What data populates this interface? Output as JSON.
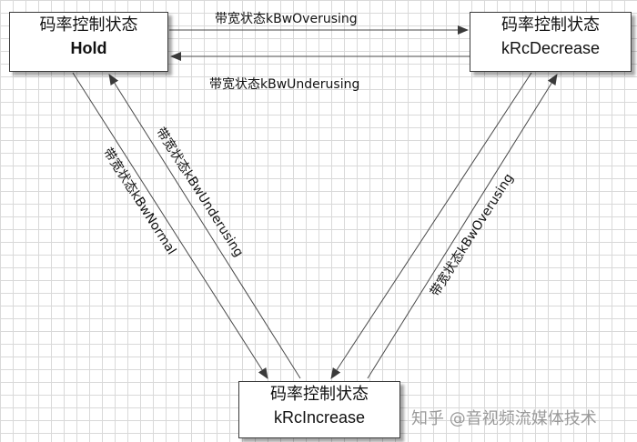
{
  "states": {
    "hold": {
      "caption": "码率控制状态",
      "name": "Hold"
    },
    "decrease": {
      "caption": "码率控制状态",
      "name": "kRcDecrease"
    },
    "increase": {
      "caption": "码率控制状态",
      "name": "kRcIncrease"
    }
  },
  "transitions": {
    "hold_to_decrease": "带宽状态kBwOverusing",
    "decrease_to_hold": "带宽状态kBwUnderusing",
    "hold_to_increase": "带宽状态kBwNormal",
    "increase_to_hold": "带宽状态kBwUnderusing",
    "increase_to_decrease": "带宽状态kBwOverusing"
  },
  "watermark": "知乎 @音视频流媒体技术"
}
